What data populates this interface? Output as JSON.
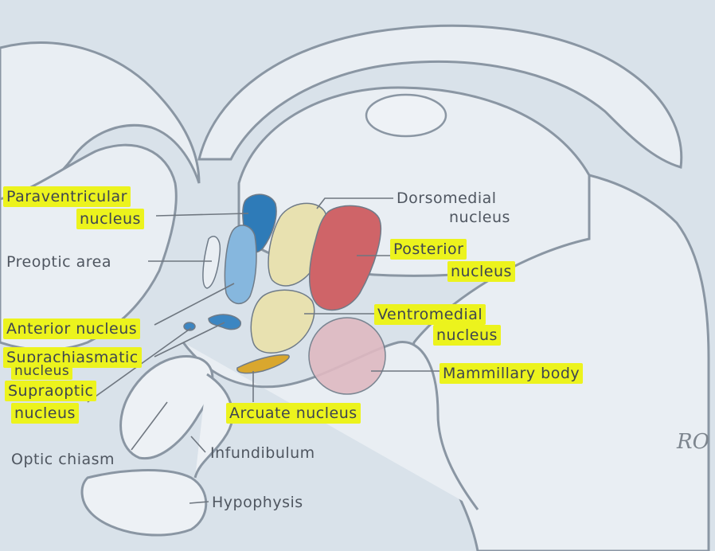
{
  "colors": {
    "background": "#d9e2ea",
    "tissue_outline": "#8a96a3",
    "highlight": "#ecf31d",
    "label_text": "#4f5660",
    "paraventricular": "#2e7bb8",
    "anterior": "#86b7de",
    "dorsomedial": "#e8e1b0",
    "posterior": "#cf6468",
    "ventromedial": "#e8e1b0",
    "mammillary": "#dfb9c2",
    "arcuate": "#d9a72e",
    "suprachiasmatic": "#3c86c2"
  },
  "labels": {
    "paraventricular_line1": "Paraventricular",
    "paraventricular_line2": "nucleus",
    "preoptic": "Preoptic area",
    "anterior": "Anterior nucleus",
    "suprachiasmatic_line1": "Suprachiasmatic",
    "suprachiasmatic_line2": "nucleus",
    "supraoptic_line1": "Supraoptic",
    "supraoptic_line2": "nucleus",
    "optic_chiasm": "Optic chiasm",
    "dorsomedial_line1": "Dorsomedial",
    "dorsomedial_line2": "nucleus",
    "posterior_line1": "Posterior",
    "posterior_line2": "nucleus",
    "ventromedial_line1": "Ventromedial",
    "ventromedial_line2": "nucleus",
    "mammillary": "Mammillary body",
    "arcuate": "Arcuate nucleus",
    "infundibulum": "Infundibulum",
    "hypophysis": "Hypophysis"
  },
  "signature": "RO"
}
